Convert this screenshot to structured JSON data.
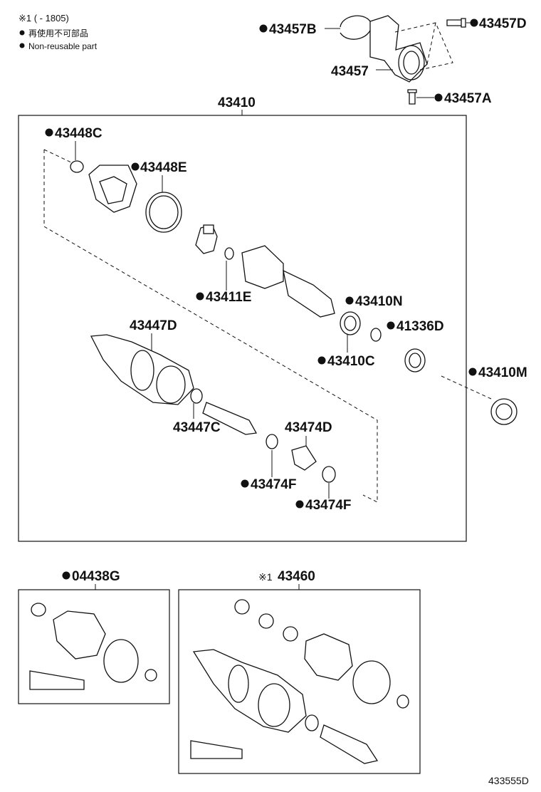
{
  "legend": {
    "line1": "※1 (      - 1805)",
    "line2": "再使用不可部品",
    "line3": "Non-reusable part"
  },
  "labels": {
    "p43457B": "43457B",
    "p43457D": "43457D",
    "p43457": "43457",
    "p43457A": "43457A",
    "p43410": "43410",
    "p43448C": "43448C",
    "p43448E": "43448E",
    "p43411E": "43411E",
    "p43410N": "43410N",
    "p41336D": "41336D",
    "p43410C": "43410C",
    "p43410M": "43410M",
    "p43447D": "43447D",
    "p43447C": "43447C",
    "p43474D": "43474D",
    "p43474F_a": "43474F",
    "p43474F_b": "43474F",
    "p04438G": "04438G",
    "p43460_prefix": "※1",
    "p43460": "43460"
  },
  "diagram_id": "433555D"
}
